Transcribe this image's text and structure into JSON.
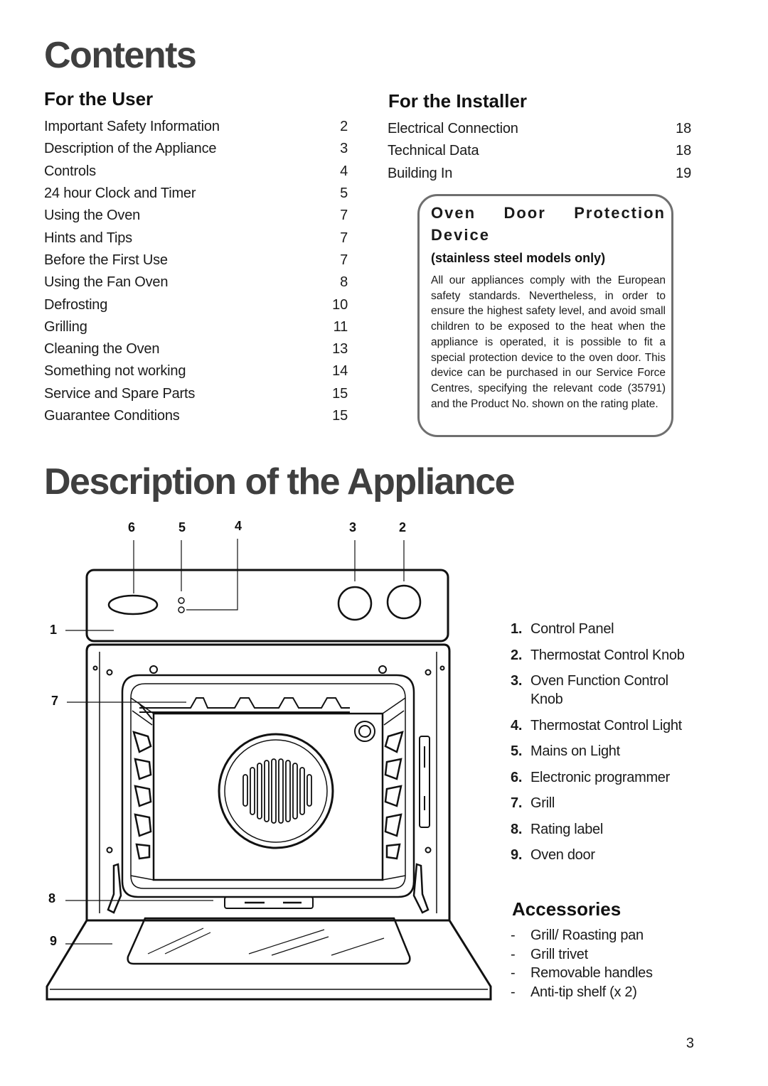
{
  "contents_title": "Contents",
  "user": {
    "heading": "For the User",
    "items": [
      {
        "label": "Important Safety Information",
        "page": "2"
      },
      {
        "label": "Description of the Appliance",
        "page": "3"
      },
      {
        "label": "Controls",
        "page": "4"
      },
      {
        "label": "24 hour Clock and Timer",
        "page": "5"
      },
      {
        "label": "Using the Oven",
        "page": "7"
      },
      {
        "label": "Hints and Tips",
        "page": "7"
      },
      {
        "label": "Before the First Use",
        "page": "7"
      },
      {
        "label": "Using the Fan Oven",
        "page": "8"
      },
      {
        "label": "Defrosting",
        "page": "10"
      },
      {
        "label": "Grilling",
        "page": "11"
      },
      {
        "label": "Cleaning the Oven",
        "page": "13"
      },
      {
        "label": "Something not working",
        "page": "14"
      },
      {
        "label": "Service and Spare Parts",
        "page": "15"
      },
      {
        "label": "Guarantee Conditions",
        "page": "15"
      }
    ]
  },
  "installer": {
    "heading": "For the Installer",
    "items": [
      {
        "label": "Electrical Connection",
        "page": "18"
      },
      {
        "label": "Technical Data",
        "page": "18"
      },
      {
        "label": "Building In",
        "page": "19"
      }
    ]
  },
  "protection": {
    "title": "Oven Door Protection Device",
    "subtitle": "(stainless steel models only)",
    "body": "All our appliances comply with the European safety standards. Nevertheless, in order to ensure the highest safety level, and avoid small children to be exposed to the heat when the appliance is operated, it is possible to fit a special protection device to the oven door. This device can be purchased in our Service Force Centres, specifying the relevant code (35791) and the Product No. shown on the rating plate."
  },
  "description_title": "Description of the Appliance",
  "diagram": {
    "callouts": [
      "6",
      "5",
      "4",
      "3",
      "2",
      "1",
      "7",
      "8",
      "9"
    ]
  },
  "legend": [
    {
      "num": "1.",
      "label": "Control Panel"
    },
    {
      "num": "2.",
      "label": "Thermostat Control Knob"
    },
    {
      "num": "3.",
      "label": "Oven Function Control Knob"
    },
    {
      "num": "4.",
      "label": "Thermostat Control Light"
    },
    {
      "num": "5.",
      "label": "Mains on Light"
    },
    {
      "num": "6.",
      "label": "Electronic programmer"
    },
    {
      "num": "7.",
      "label": "Grill"
    },
    {
      "num": "8.",
      "label": "Rating label"
    },
    {
      "num": "9.",
      "label": "Oven door"
    }
  ],
  "accessories": {
    "heading": "Accessories",
    "items": [
      "Grill/ Roasting pan",
      "Grill trivet",
      "Removable handles",
      "Anti-tip shelf (x 2)"
    ]
  },
  "page_number": "3"
}
